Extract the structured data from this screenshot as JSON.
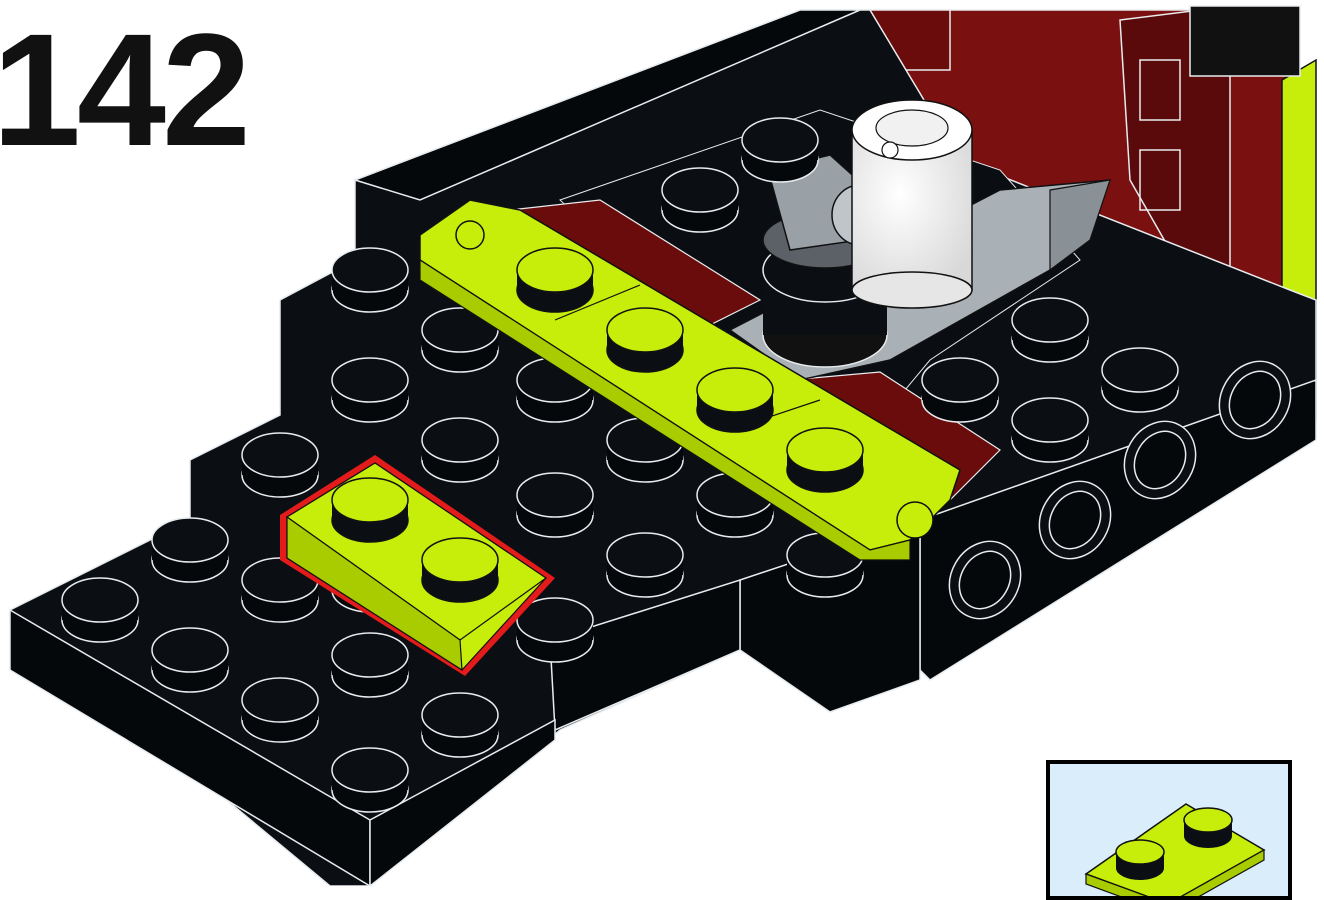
{
  "step": {
    "number": "142"
  },
  "colors": {
    "black_brick": "#0b0f14",
    "black_brick_side": "#05080b",
    "outline": "#e8ecef",
    "lime": "#c7ee0a",
    "lime_shadow": "#a9cc00",
    "dark_red": "#7a1010",
    "dark_red_shadow": "#5a0a0a",
    "light_gray": "#a9b1b6",
    "white_part": "#f4f4f4",
    "highlight": "#e31b1b",
    "callout_bg": "#d9eefa"
  },
  "parts_list": [
    {
      "part": "plate-1x2",
      "color": "lime",
      "quantity_shown": ""
    }
  ]
}
